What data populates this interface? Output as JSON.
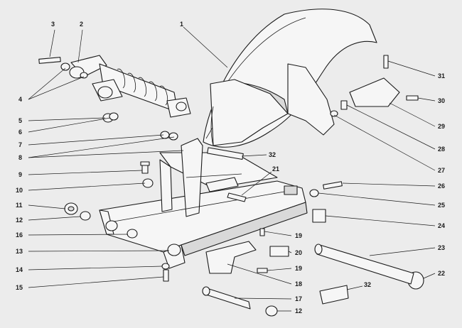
{
  "callouts": [
    {
      "id": "c1",
      "label": "1"
    },
    {
      "id": "c2",
      "label": "2"
    },
    {
      "id": "c3",
      "label": "3"
    },
    {
      "id": "c4",
      "label": "4"
    },
    {
      "id": "c5",
      "label": "5"
    },
    {
      "id": "c6",
      "label": "6"
    },
    {
      "id": "c7",
      "label": "7"
    },
    {
      "id": "c8",
      "label": "8"
    },
    {
      "id": "c9",
      "label": "9"
    },
    {
      "id": "c10",
      "label": "10"
    },
    {
      "id": "c11",
      "label": "11"
    },
    {
      "id": "c12a",
      "label": "12"
    },
    {
      "id": "c12b",
      "label": "12"
    },
    {
      "id": "c13",
      "label": "13"
    },
    {
      "id": "c14",
      "label": "14"
    },
    {
      "id": "c15",
      "label": "15"
    },
    {
      "id": "c16",
      "label": "16"
    },
    {
      "id": "c17",
      "label": "17"
    },
    {
      "id": "c18",
      "label": "18"
    },
    {
      "id": "c19a",
      "label": "19"
    },
    {
      "id": "c19b",
      "label": "19"
    },
    {
      "id": "c20",
      "label": "20"
    },
    {
      "id": "c21",
      "label": "21"
    },
    {
      "id": "c22",
      "label": "22"
    },
    {
      "id": "c23",
      "label": "23"
    },
    {
      "id": "c24",
      "label": "24"
    },
    {
      "id": "c25",
      "label": "25"
    },
    {
      "id": "c26",
      "label": "26"
    },
    {
      "id": "c27",
      "label": "27"
    },
    {
      "id": "c28",
      "label": "28"
    },
    {
      "id": "c29",
      "label": "29"
    },
    {
      "id": "c30",
      "label": "30"
    },
    {
      "id": "c31",
      "label": "31"
    },
    {
      "id": "c32a",
      "label": "32"
    },
    {
      "id": "c32b",
      "label": "32"
    }
  ]
}
